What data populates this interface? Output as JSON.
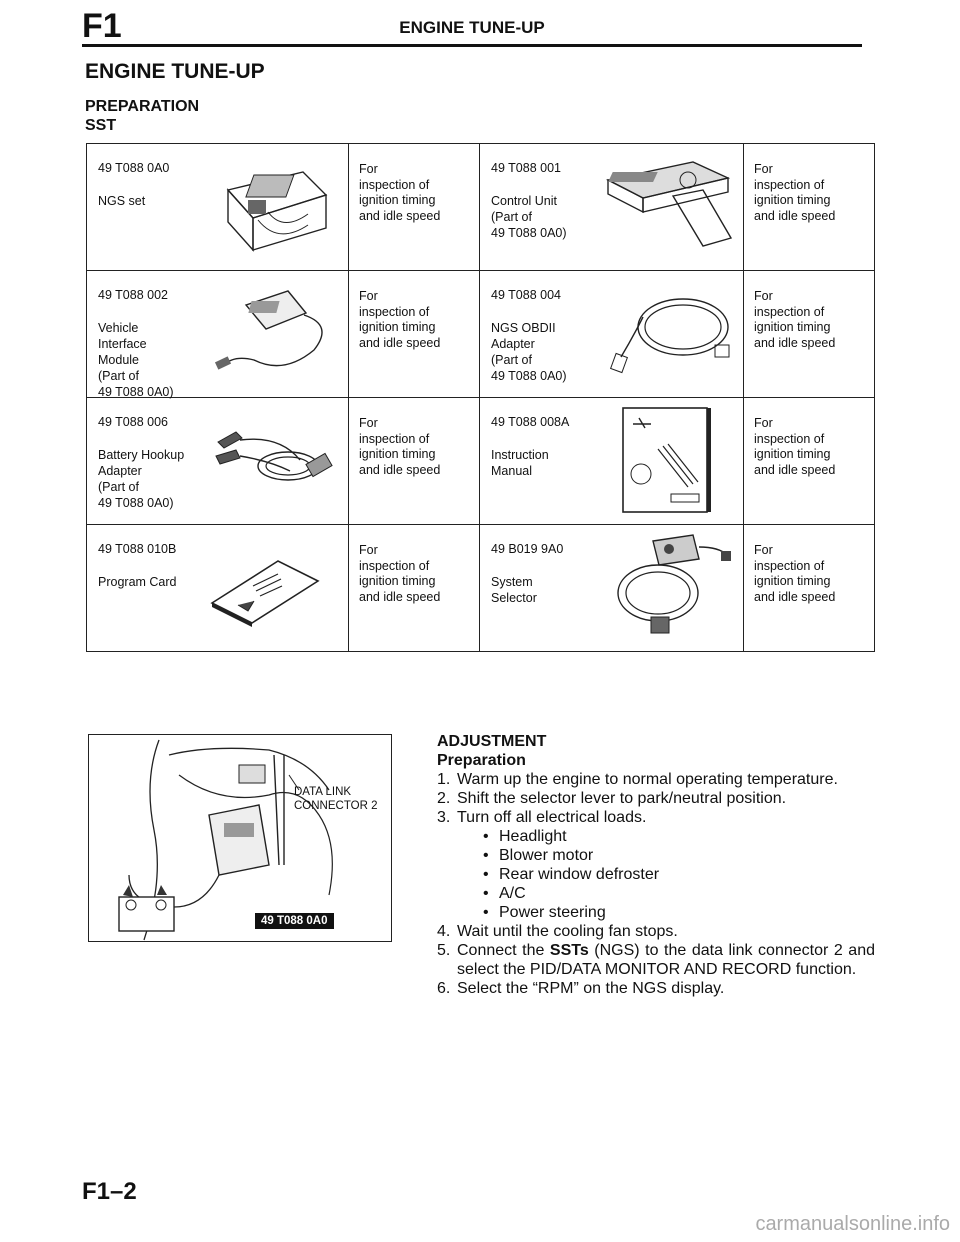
{
  "header": {
    "section_id": "F1",
    "running_title": "ENGINE TUNE-UP"
  },
  "page_title": "ENGINE TUNE-UP",
  "subheadings": {
    "preparation": "PREPARATION",
    "sst": "SST"
  },
  "tools": [
    {
      "code": "49 T088 0A0",
      "name": "NGS set",
      "purpose": "For\ninspection of\nignition timing\nand idle speed"
    },
    {
      "code": "49 T088 001",
      "name": "Control Unit\n(Part of\n49 T088 0A0)",
      "purpose": "For\ninspection of\nignition timing\nand idle speed"
    },
    {
      "code": "49 T088 002",
      "name": "Vehicle\nInterface\nModule\n(Part of\n49 T088 0A0)",
      "purpose": "For\ninspection of\nignition timing\nand idle speed"
    },
    {
      "code": "49 T088 004",
      "name": "NGS OBDII\nAdapter\n(Part of\n49 T088 0A0)",
      "purpose": "For\ninspection of\nignition timing\nand idle speed"
    },
    {
      "code": "49 T088 006",
      "name": "Battery Hookup\nAdapter\n(Part of\n49 T088 0A0)",
      "purpose": "For\ninspection of\nignition timing\nand idle speed"
    },
    {
      "code": "49 T088 008A",
      "name": "Instruction\nManual",
      "purpose": "For\ninspection of\nignition timing\nand idle speed"
    },
    {
      "code": "49 T088 010B",
      "name": "Program Card",
      "purpose": "For\ninspection of\nignition timing\nand idle speed"
    },
    {
      "code": "49 B019 9A0",
      "name": "System\nSelector",
      "purpose": "For\ninspection of\nignition timing\nand idle speed"
    }
  ],
  "figure": {
    "callout_line1": "DATA LINK",
    "callout_line2": "CONNECTOR 2",
    "tool_label": "49 T088 0A0"
  },
  "adjustment": {
    "heading": "ADJUSTMENT",
    "subheading": "Preparation",
    "steps": [
      {
        "num": "1.",
        "text": "Warm up the engine to normal operating temperature."
      },
      {
        "num": "2.",
        "text": "Shift the selector lever to park/neutral position."
      },
      {
        "num": "3.",
        "text": "Turn off all electrical loads."
      },
      {
        "num": "4.",
        "text": "Wait until the cooling fan stops."
      },
      {
        "num": "5.",
        "text_before": "Connect the ",
        "text_bold": "SSTs",
        "text_after": " (NGS) to the data link connector 2 and select the PID/DATA MONITOR AND RECORD function."
      },
      {
        "num": "6.",
        "text": "Select the “RPM” on the NGS display."
      }
    ],
    "loads": [
      "Headlight",
      "Blower motor",
      "Rear window defroster",
      "A/C",
      "Power steering"
    ]
  },
  "page_number": "F1–2",
  "watermark": "carmanualsonline.info"
}
